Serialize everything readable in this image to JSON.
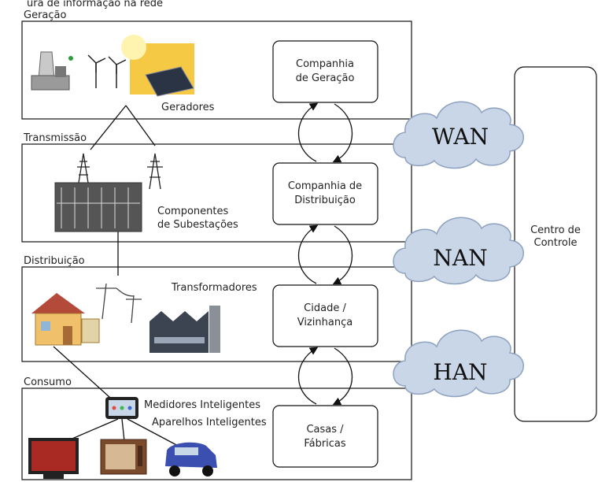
{
  "top_caption": "ura de informação na rede",
  "sections": {
    "generation": "Geração",
    "transmission": "Transmissão",
    "distribution": "Distribuição",
    "consumption": "Consumo"
  },
  "labels": {
    "generators": "Geradores",
    "substation_1": "Componentes",
    "substation_2": "de Subestações",
    "transformers": "Transformadores",
    "smart_meters": "Medidores Inteligentes",
    "smart_appliances": "Aparelhos Inteligentes"
  },
  "entities": {
    "gen_company_1": "Companhia",
    "gen_company_2": "de Geração",
    "dist_company_1": "Companhia de",
    "dist_company_2": "Distribuição",
    "city_1": "Cidade /",
    "city_2": "Vizinhança",
    "homes_1": "Casas /",
    "homes_2": "Fábricas"
  },
  "networks": {
    "wan": "WAN",
    "nan": "NAN",
    "han": "HAN"
  },
  "control_center": {
    "line1": "Centro de",
    "line2": "Controle"
  },
  "colors": {
    "cloud_fill": "#c9d6e8",
    "cloud_stroke": "#8ea2bf",
    "sun": "#f6c945",
    "house": "#f0c16a",
    "car": "#3a4fb0"
  }
}
